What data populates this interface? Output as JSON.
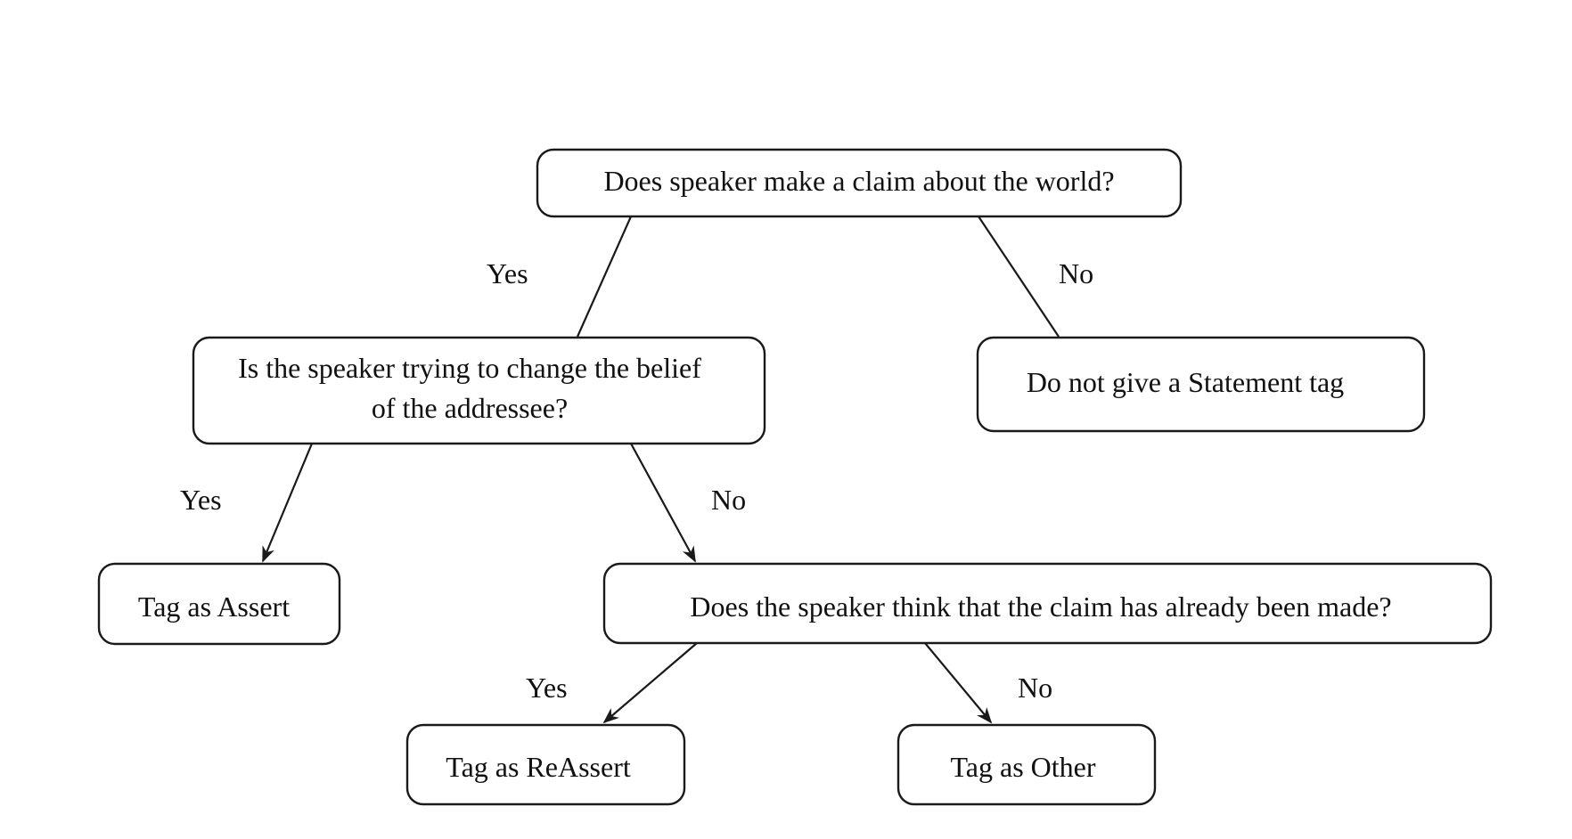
{
  "nodes": {
    "root": {
      "lines": [
        "Does speaker make a claim about the world?"
      ]
    },
    "belief": {
      "lines": [
        "Is the speaker trying to change the belief",
        "of the addressee?"
      ]
    },
    "no_statement": {
      "lines": [
        "Do not give a Statement tag"
      ]
    },
    "assert": {
      "lines": [
        "Tag as Assert"
      ]
    },
    "already": {
      "lines": [
        "Does the speaker think that the claim has already been made?"
      ]
    },
    "reassert": {
      "lines": [
        "Tag as ReAssert"
      ]
    },
    "other": {
      "lines": [
        "Tag as Other"
      ]
    }
  },
  "edges": {
    "root_yes": "Yes",
    "root_no": "No",
    "belief_yes": "Yes",
    "belief_no": "No",
    "already_yes": "Yes",
    "already_no": "No"
  }
}
